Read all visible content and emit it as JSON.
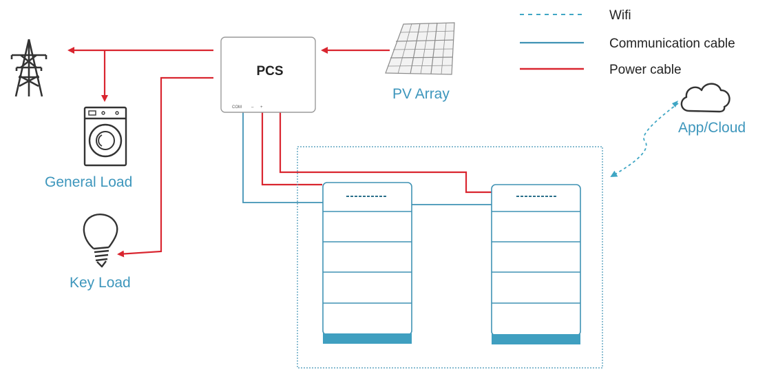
{
  "legend": {
    "wifi": "Wifi",
    "communication": "Communication cable",
    "power": "Power cable"
  },
  "pcs": {
    "label": "PCS",
    "port_label": "COM"
  },
  "labels": {
    "pv_array": "PV Array",
    "app_cloud": "App/Cloud",
    "general_load": "General Load",
    "key_load": "Key Load"
  },
  "colors": {
    "power_cable": "#d9252f",
    "communication_cable": "#3f92b4",
    "wifi": "#3fa6c4",
    "battery_base": "#3f9fc0",
    "label_text": "#3d96bc"
  },
  "icons": {
    "grid": "power-tower-icon",
    "pv": "solar-panel-icon",
    "general_load": "washing-machine-icon",
    "key_load": "light-bulb-icon",
    "cloud": "cloud-icon"
  }
}
